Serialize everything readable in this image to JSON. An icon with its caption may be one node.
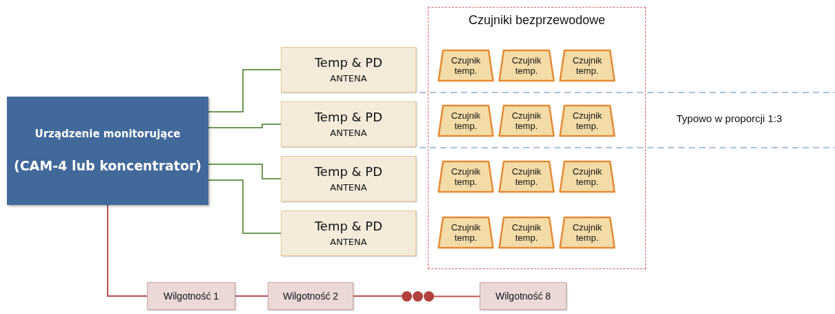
{
  "diagram": {
    "nodes": [
      {
        "text": [
          "Urządzenie monitorujące",
          "(CAM-4 lub koncentrator)"
        ]
      },
      {
        "text": [
          "Temp & PD",
          "ANTENA"
        ]
      },
      {
        "text": [
          "Temp & PD",
          "ANTENA"
        ]
      },
      {
        "text": [
          "Temp & PD",
          "ANTENA"
        ]
      },
      {
        "text": [
          "Temp & PD",
          "ANTENA"
        ]
      },
      {
        "text": [
          "Czujniki bezprzewodowe"
        ]
      },
      {
        "text": [
          "Czujnik temp."
        ],
        "in": 5
      },
      {
        "text": [
          "Czujnik temp."
        ],
        "in": 5
      },
      {
        "text": [
          "Czujnik temp."
        ],
        "in": 5
      },
      {
        "text": [
          "Czujnik temp."
        ],
        "in": 5
      },
      {
        "text": [
          "Czujnik temp."
        ],
        "in": 5
      },
      {
        "text": [
          "Czujnik temp."
        ],
        "in": 5
      },
      {
        "text": [
          "Czujnik temp."
        ],
        "in": 5
      },
      {
        "text": [
          "Czujnik temp."
        ],
        "in": 5
      },
      {
        "text": [
          "Czujnik temp."
        ],
        "in": 5
      },
      {
        "text": [
          "Czujnik temp."
        ],
        "in": 5
      },
      {
        "text": [
          "Czujnik temp."
        ],
        "in": 5
      },
      {
        "text": [
          "Czujnik temp."
        ],
        "in": 5
      },
      {
        "text": [
          "Wilgotność 1"
        ]
      },
      {
        "text": [
          "Wilgotność 2"
        ]
      },
      {
        "text": [],
        "shape": "circle"
      },
      {
        "text": [],
        "shape": "circle"
      },
      {
        "text": [],
        "shape": "circle"
      },
      {
        "text": [
          "Wilgotność 8"
        ]
      }
    ],
    "edges": [
      {
        "from": 0,
        "to": 1,
        "arrow": "none",
        "color": "#6a9a55"
      },
      {
        "from": 0,
        "to": 2,
        "arrow": "none",
        "color": "#6a9a55"
      },
      {
        "from": 0,
        "to": 3,
        "arrow": "none",
        "color": "#6a9a55"
      },
      {
        "from": 0,
        "to": 4,
        "arrow": "none",
        "color": "#6a9a55"
      },
      {
        "from": 0,
        "to": 18,
        "arrow": "none",
        "color": "#b5504c"
      },
      {
        "from": 18,
        "to": 19,
        "arrow": "none",
        "color": "#b5504c"
      },
      {
        "from": 19,
        "to": 20,
        "arrow": "none",
        "color": "#b5504c"
      },
      {
        "from": 22,
        "to": 23,
        "arrow": "none",
        "color": "#b5504c"
      }
    ],
    "labels": [
      "Typowo w proporcji 1:3"
    ]
  }
}
